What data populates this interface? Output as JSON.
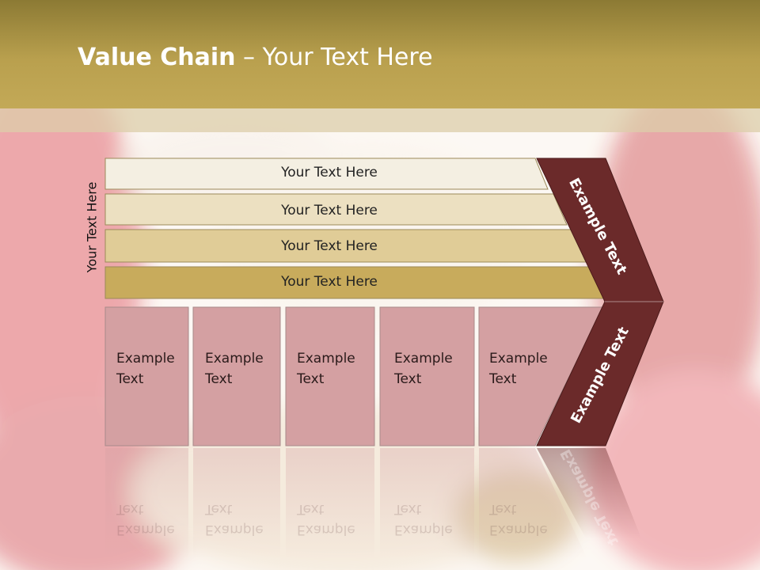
{
  "slide": {
    "title_bold": "Value Chain",
    "title_rest": " – Your Text Here",
    "side_label": "Your Text Here"
  },
  "rows": [
    {
      "label": "Your Text Here",
      "color": "#f4efe2"
    },
    {
      "label": "Your Text Here",
      "color": "#ece0c1"
    },
    {
      "label": "Your Text Here",
      "color": "#e0cc97"
    },
    {
      "label": "Your Text Here",
      "color": "#c8ab5c"
    }
  ],
  "boxes": [
    {
      "line1": "Example",
      "line2": "Text"
    },
    {
      "line1": "Example",
      "line2": "Text"
    },
    {
      "line1": "Example",
      "line2": "Text"
    },
    {
      "line1": "Example",
      "line2": "Text"
    },
    {
      "line1": "Example",
      "line2": "Text"
    }
  ],
  "chevron": {
    "upper_label": "Example Text",
    "lower_label": "Example Text",
    "color": "#6b2a2a"
  },
  "colors": {
    "header": "#b9a04e",
    "box_fill": "#d4a0a2",
    "accent_red": "#b01820"
  }
}
